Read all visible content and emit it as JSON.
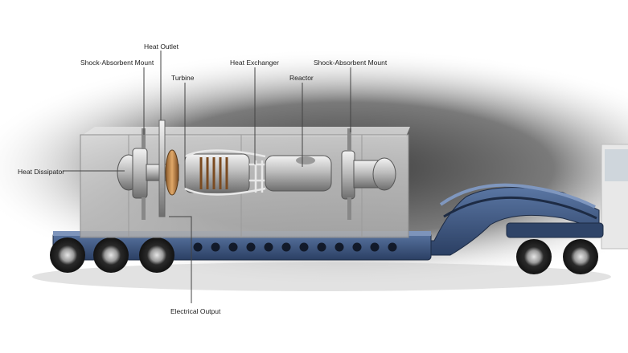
{
  "labels": {
    "heat_outlet": "Heat Outlet",
    "shock_mount_left": "Shock-Absorbent Mount",
    "turbine": "Turbine",
    "heat_exchanger": "Heat Exchanger",
    "reactor": "Reactor",
    "shock_mount_right": "Shock-Absorbent Mount",
    "heat_dissipator": "Heat Dissipator",
    "electrical_output": "Electrical Output"
  },
  "colors": {
    "trailer": "#3f5a86",
    "trailer_dark": "#223450",
    "container": "#c9c9c9",
    "background_glow": "#6a6a6a"
  }
}
